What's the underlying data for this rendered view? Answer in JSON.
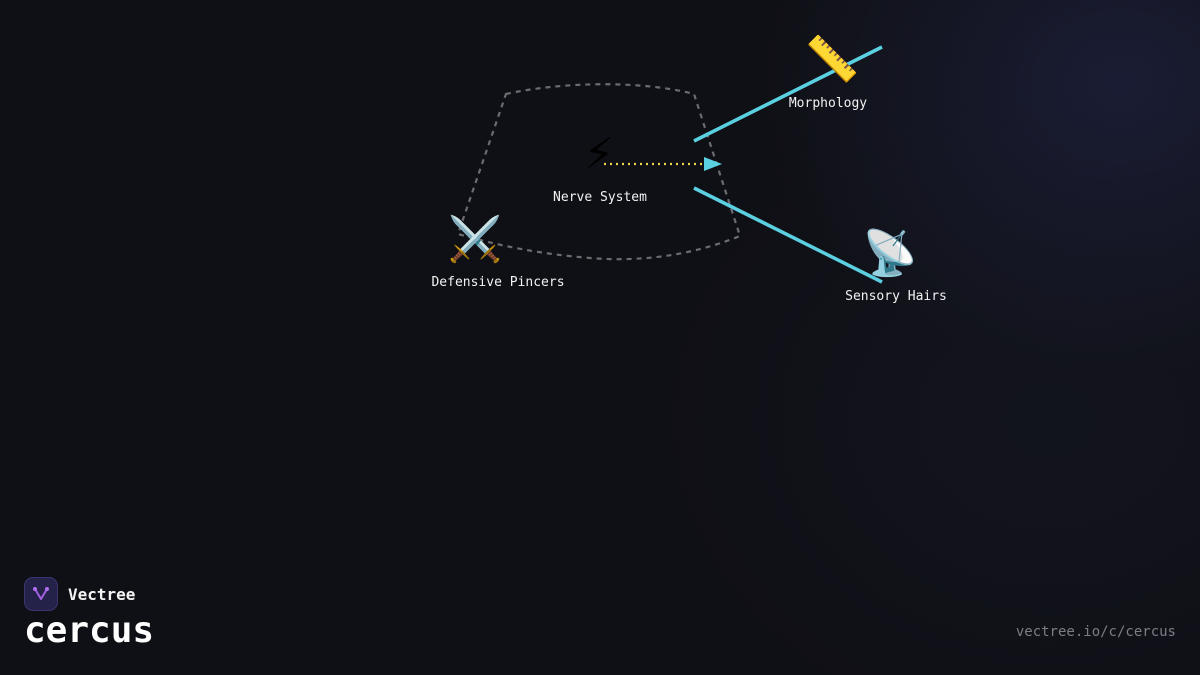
{
  "diagram": {
    "nodes": [
      {
        "id": "nerve",
        "label": "Nerve System",
        "icon": "lightning-icon",
        "glyph": "⚡"
      },
      {
        "id": "morph",
        "label": "Morphology",
        "icon": "ruler-icon",
        "glyph": "📏"
      },
      {
        "id": "hairs",
        "label": "Sensory Hairs",
        "icon": "satellite-dish-icon",
        "glyph": "📡"
      },
      {
        "id": "pincers",
        "label": "Defensive Pincers",
        "icon": "crossed-swords-icon",
        "glyph": "⚔️"
      }
    ],
    "colors": {
      "link": "#5ad0e0",
      "arrow_dots": "#e8d44a",
      "hull": "#6b6b70"
    }
  },
  "branding": {
    "name": "Vectree",
    "slug": "cercus",
    "url": "vectree.io/c/cercus",
    "logo_color": "#a060e0"
  }
}
